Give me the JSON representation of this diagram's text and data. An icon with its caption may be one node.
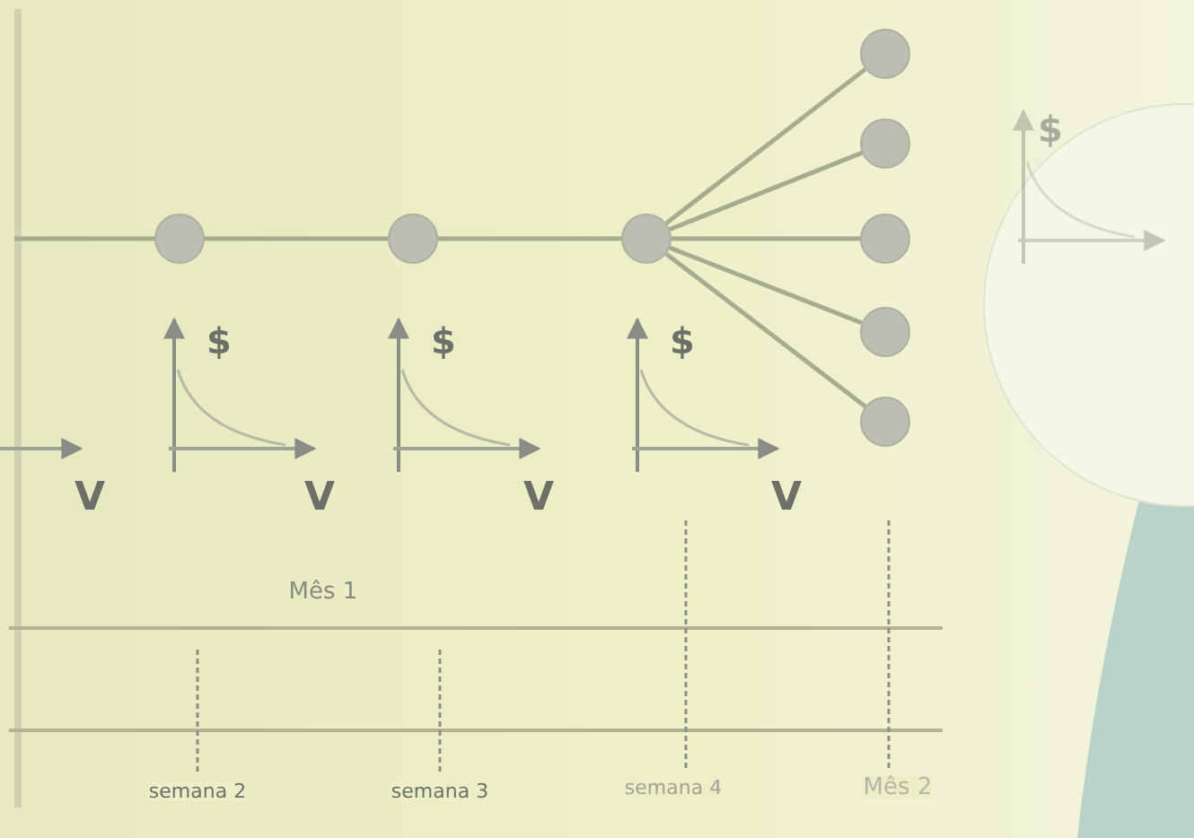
{
  "diagram": {
    "nodes": [
      {
        "text": [],
        "shape": "circle"
      },
      {
        "text": [],
        "shape": "circle"
      },
      {
        "text": [],
        "shape": "circle"
      },
      {
        "text": [],
        "shape": "circle"
      },
      {
        "text": [],
        "shape": "circle"
      },
      {
        "text": [],
        "shape": "circle"
      },
      {
        "text": [],
        "shape": "circle"
      },
      {
        "text": [],
        "shape": "circle"
      }
    ],
    "edges": [
      {
        "from": null,
        "to": 0,
        "arrow": "none"
      },
      {
        "from": 0,
        "to": 1,
        "arrow": "none"
      },
      {
        "from": 1,
        "to": 2,
        "arrow": "none"
      },
      {
        "from": 2,
        "to": 3,
        "arrow": "none"
      },
      {
        "from": 2,
        "to": 4,
        "arrow": "none"
      },
      {
        "from": 2,
        "to": 5,
        "arrow": "none"
      },
      {
        "from": 2,
        "to": 6,
        "arrow": "none"
      },
      {
        "from": 2,
        "to": 7,
        "arrow": "none"
      }
    ],
    "labels": [
      "$",
      "$",
      "$",
      "$",
      "V",
      "V",
      "V",
      "V",
      "Mês 1",
      "semana 2",
      "semana 3",
      "semana 4",
      "Mês 2"
    ]
  }
}
